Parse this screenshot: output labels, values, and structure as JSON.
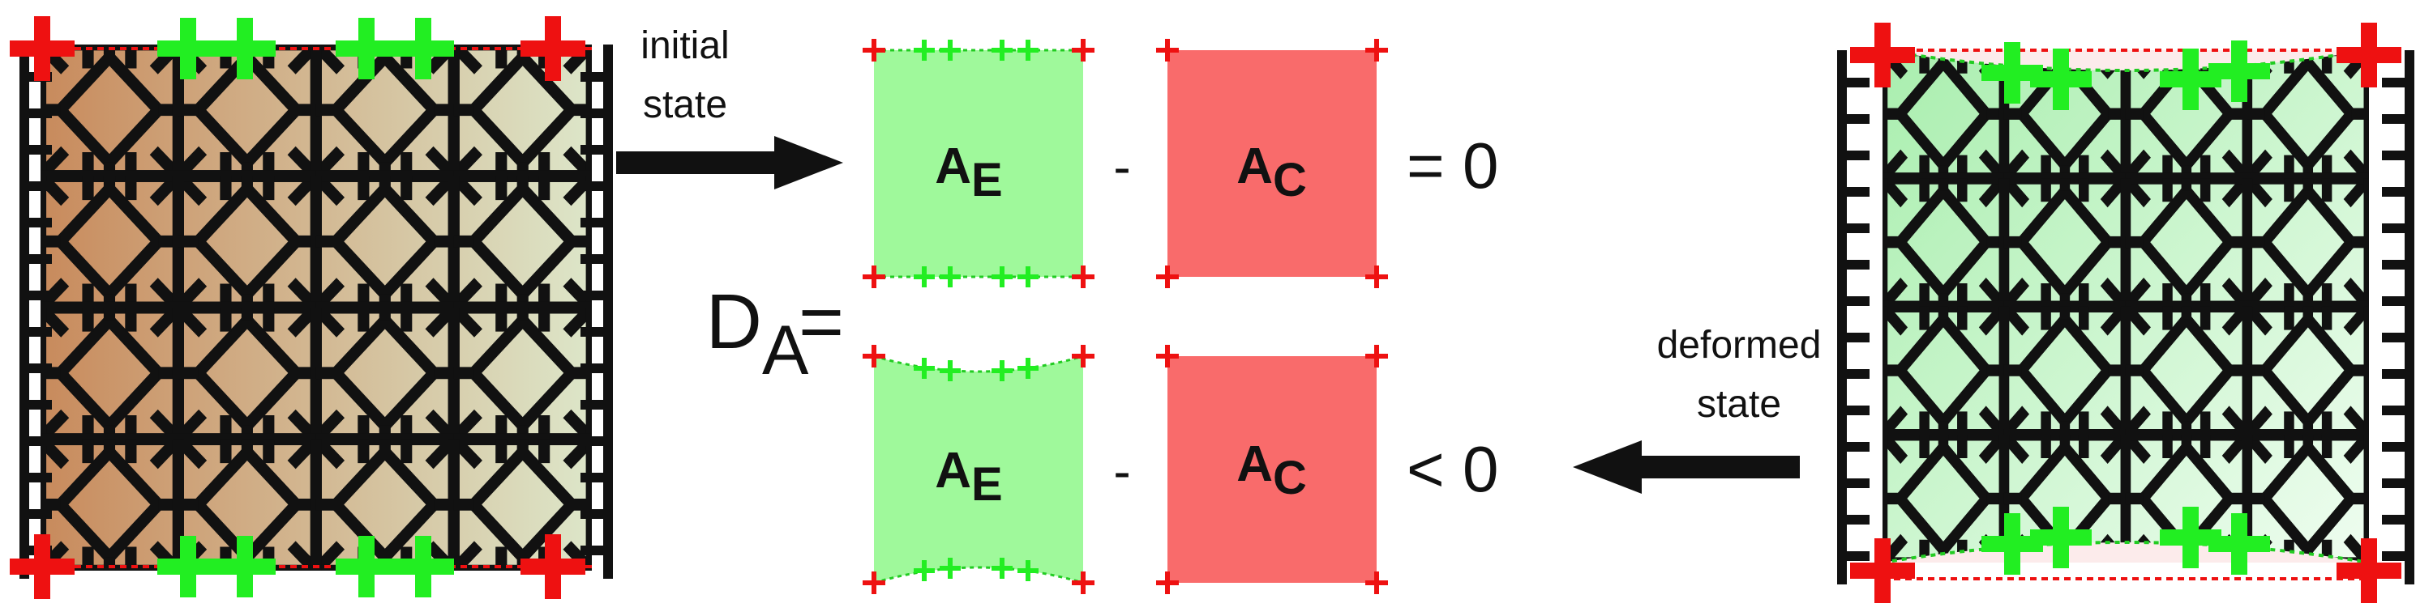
{
  "labels": {
    "initial_line1": "initial",
    "initial_line2": "state",
    "deformed_line1": "deformed",
    "deformed_line2": "state",
    "da_main": "D",
    "da_sub": "A",
    "da_eq": "=",
    "ae_main": "A",
    "ae_sub": "E",
    "ac_main": "A",
    "ac_sub": "C",
    "minus": "-",
    "result_top": "= 0",
    "result_bottom": "< 0"
  },
  "colors": {
    "green_area": "#9ff99b",
    "red_area": "#f96b6b",
    "green_marker": "#22ee22",
    "red_marker": "#ee1111",
    "lattice": "#111111",
    "initial_left": "#c88a5c",
    "initial_right": "#dde6c9",
    "deformed_left": "#a9eeae",
    "deformed_right": "#effdf0"
  }
}
